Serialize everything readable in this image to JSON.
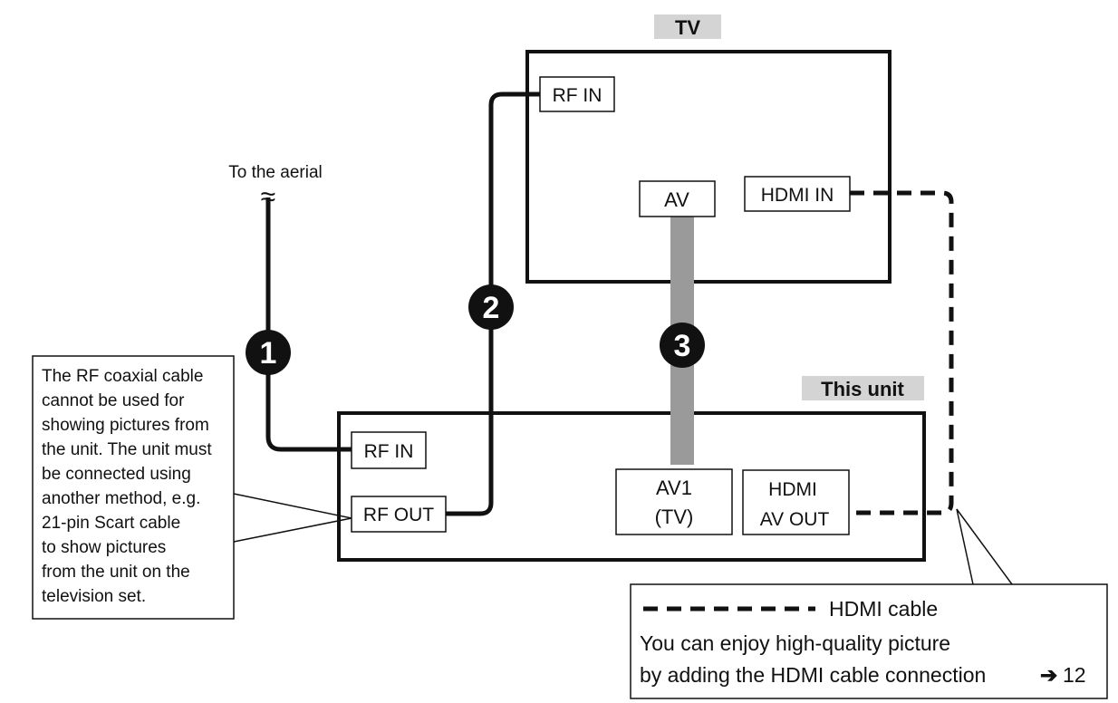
{
  "tv": {
    "title": "TV",
    "rf_in": "RF IN",
    "av": "AV",
    "hdmi_in": "HDMI IN"
  },
  "unit": {
    "title": "This unit",
    "rf_in": "RF IN",
    "rf_out": "RF OUT",
    "av1_line1": "AV1",
    "av1_line2": "(TV)",
    "hdmi_line1": "HDMI",
    "hdmi_line2": "AV OUT"
  },
  "aerial": {
    "label": "To the aerial",
    "symbol": "≈"
  },
  "steps": [
    "1",
    "2",
    "3"
  ],
  "note": {
    "lines": [
      "The RF coaxial cable",
      "cannot be used for",
      "showing pictures from",
      "the unit. The unit must",
      "be connected using",
      "another method, e.g.",
      "21-pin Scart cable",
      "to show pictures",
      "from the unit on the",
      "television set."
    ]
  },
  "legend": {
    "cable_name": "HDMI cable",
    "line2": "You can enjoy high-quality picture",
    "line3": "by adding the HDMI cable connection",
    "arrow": "➔",
    "page_ref": "12"
  },
  "colors": {
    "line": "#111111",
    "scart": "#9a9a9a",
    "title_bg": "#d4d4d4"
  }
}
